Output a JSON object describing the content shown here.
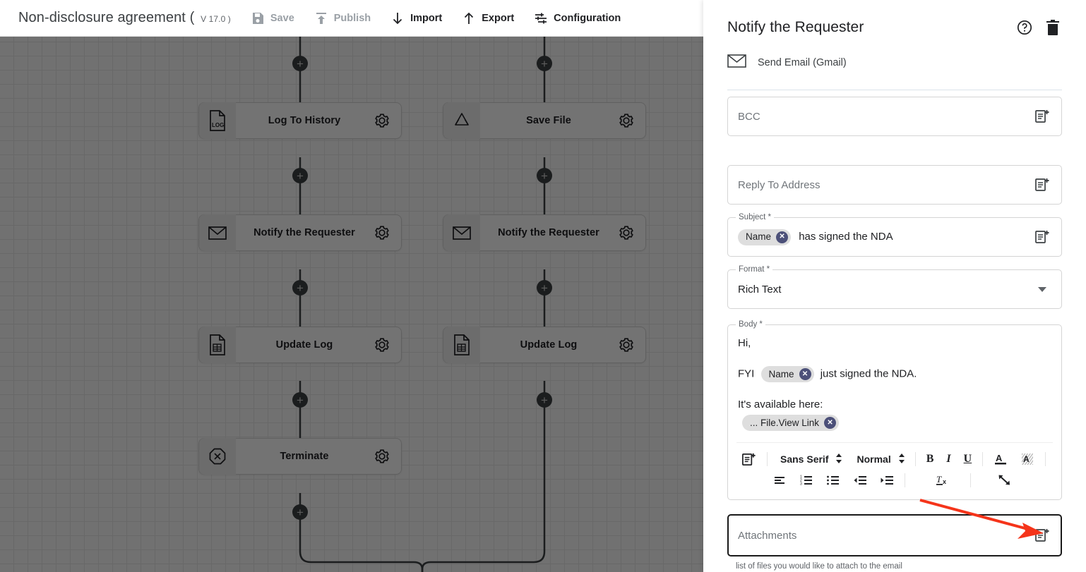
{
  "toolbar": {
    "doc_title": "Non-disclosure agreement (",
    "doc_version": "V 17.0 )",
    "save_label": "Save",
    "publish_label": "Publish",
    "import_label": "Import",
    "export_label": "Export",
    "configuration_label": "Configuration"
  },
  "graph": {
    "nodes": [
      {
        "label": "Log To History",
        "icon": "log-file-icon",
        "col": 0,
        "row": 0
      },
      {
        "label": "Save File",
        "icon": "google-drive-icon",
        "col": 1,
        "row": 0
      },
      {
        "label": "Notify the Requester",
        "icon": "envelope-icon",
        "col": 0,
        "row": 1
      },
      {
        "label": "Notify the Requester",
        "icon": "envelope-icon",
        "col": 1,
        "row": 1
      },
      {
        "label": "Update Log",
        "icon": "spreadsheet-icon",
        "col": 0,
        "row": 2
      },
      {
        "label": "Update Log",
        "icon": "spreadsheet-icon",
        "col": 1,
        "row": 2
      },
      {
        "label": "Terminate",
        "icon": "terminate-icon",
        "col": 0,
        "row": 3
      }
    ],
    "add_button_label": "+"
  },
  "panel": {
    "title": "Notify the Requester",
    "help_icon": "help-circle-icon",
    "delete_icon": "trash-icon",
    "action_icon": "envelope-icon",
    "action_label": "Send Email (Gmail)",
    "fields": {
      "bcc": {
        "placeholder": "BCC",
        "value": "",
        "trailing_icon": "insert-variable-icon"
      },
      "reply_to": {
        "placeholder": "Reply To Address",
        "value": "",
        "trailing_icon": "insert-variable-icon"
      },
      "subject": {
        "legend": "Subject *",
        "chip": "Name",
        "text": "has signed the NDA",
        "trailing_icon": "insert-variable-icon"
      },
      "format": {
        "legend": "Format *",
        "value": "Rich Text",
        "trailing_icon": "chevron-down-icon"
      },
      "body": {
        "legend": "Body *",
        "line1": "Hi,",
        "line2_prefix": "FYI",
        "line2_chip": "Name",
        "line2_suffix": "just signed the NDA.",
        "line3": "It's available here:",
        "line3_chip": "... File.View Link"
      },
      "attachments": {
        "placeholder": "Attachments",
        "value": "",
        "hint": "list of files you would like to attach to the email",
        "trailing_icon": "insert-variable-icon"
      }
    },
    "rte": {
      "insert_icon": "insert-variable-icon",
      "font_family": "Sans Serif",
      "font_size": "Normal",
      "bold": "B",
      "italic": "I",
      "underline": "U",
      "text_color_icon": "text-color-icon",
      "highlight_icon": "highlight-color-icon",
      "align_icon": "align-left-icon",
      "ordered_list_icon": "numbered-list-icon",
      "bullet_list_icon": "bullet-list-icon",
      "outdent_icon": "outdent-icon",
      "indent_icon": "indent-icon",
      "clear_format_icon": "clear-formatting-icon",
      "expand_icon": "expand-icon"
    }
  },
  "annotation": {
    "color": "#f5341a",
    "type": "pointer-arrow"
  },
  "colors": {
    "chip_bg": "#dedede",
    "chip_close": "#4c5079",
    "scrim": "rgba(0,0,0,0.55)",
    "divider": "#dbe2ea"
  }
}
